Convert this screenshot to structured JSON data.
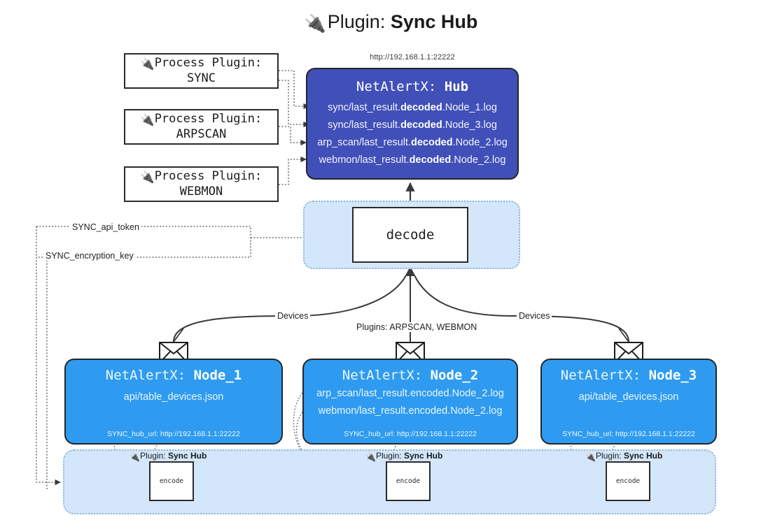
{
  "header": {
    "plug_icon": "plug-icon",
    "title_prefix": "Plugin: ",
    "title_name": "Sync Hub",
    "hub_url": "http://192.168.1.1:22222"
  },
  "colors": {
    "hub_fill": "#4150b8",
    "node_fill": "#2e9bf0",
    "panel_fill": "#d4e7fa",
    "panel_border": "#8fb6da",
    "box_border": "#2b2b2b",
    "edge_stroke": "#3a3a3a",
    "background": "#ffffff"
  },
  "process_plugins": [
    {
      "label": "Process Plugin:",
      "name": "SYNC"
    },
    {
      "label": "Process Plugin:",
      "name": "ARPSCAN"
    },
    {
      "label": "Process Plugin:",
      "name": "WEBMON"
    }
  ],
  "hub": {
    "title_prefix": "NetAlertX: ",
    "title_name": "Hub",
    "logs": [
      {
        "pre": "sync/last_result.",
        "bold": "decoded",
        "post": ".Node_1.log"
      },
      {
        "pre": "sync/last_result.",
        "bold": "decoded",
        "post": ".Node_3.log"
      },
      {
        "pre": "arp_scan/last_result.",
        "bold": "decoded",
        "post": ".Node_2.log"
      },
      {
        "pre": "webmon/last_result.",
        "bold": "decoded",
        "post": ".Node_2.log"
      }
    ]
  },
  "decode": {
    "label": "decode"
  },
  "settings_edges": [
    {
      "label": "SYNC_api_token"
    },
    {
      "label": "SYNC_encryption_key"
    }
  ],
  "edge_labels": {
    "devices_left": "Devices",
    "devices_right": "Devices",
    "plugins_center": "Plugins: ARPSCAN, WEBMON"
  },
  "nodes": [
    {
      "title_prefix": "NetAlertX: ",
      "title_name": "Node_1",
      "lines": [
        "api/table_devices.json"
      ],
      "hub_url_label": "SYNC_hub_url: http://192.168.1.1:22222"
    },
    {
      "title_prefix": "NetAlertX: ",
      "title_name": "Node_2",
      "lines": [
        "arp_scan/last_result.encoded.Node_2.log",
        "webmon/last_result.encoded.Node_2.log"
      ],
      "hub_url_label": "SYNC_hub_url: http://192.168.1.1:22222"
    },
    {
      "title_prefix": "NetAlertX: ",
      "title_name": "Node_3",
      "lines": [
        "api/table_devices.json"
      ],
      "hub_url_label": "SYNC_hub_url: http://192.168.1.1:22222"
    }
  ],
  "encoders": [
    {
      "plugin_label_prefix": "Plugin: ",
      "plugin_label_name": "Sync Hub",
      "box_label": "encode"
    },
    {
      "plugin_label_prefix": "Plugin: ",
      "plugin_label_name": "Sync Hub",
      "box_label": "encode"
    },
    {
      "plugin_label_prefix": "Plugin: ",
      "plugin_label_name": "Sync Hub",
      "box_label": "encode"
    }
  ]
}
